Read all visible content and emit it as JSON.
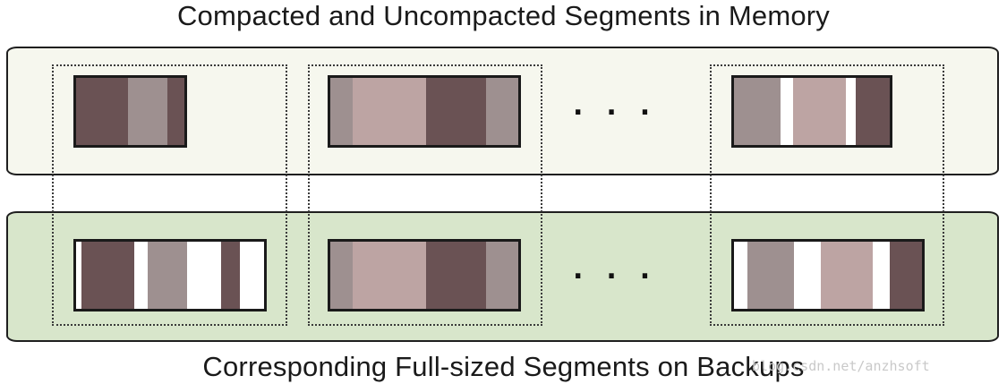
{
  "title_top": "Compacted and Uncompacted Segments in Memory",
  "title_bottom": "Corresponding Full-sized Segments on Backups",
  "ellipsis": "...",
  "watermark": "blog.csdn.net/anzhsoft",
  "colors": {
    "dark": "#6a5254",
    "gray": "#9e9090",
    "pink": "#bda4a3",
    "free": "#ffffff",
    "memory_band": "#f6f7ee",
    "backup_band": "#d8e6cb"
  },
  "segments": {
    "memory": [
      {
        "strips": [
          {
            "kind": "dark",
            "frac": 0.48
          },
          {
            "kind": "gray",
            "frac": 0.36
          },
          {
            "kind": "dark",
            "frac": 0.16
          }
        ]
      },
      {
        "strips": [
          {
            "kind": "gray",
            "frac": 0.12
          },
          {
            "kind": "pink",
            "frac": 0.39
          },
          {
            "kind": "dark",
            "frac": 0.32
          },
          {
            "kind": "gray",
            "frac": 0.17
          }
        ]
      },
      {
        "strips": [
          {
            "kind": "gray",
            "frac": 0.3
          },
          {
            "kind": "free",
            "frac": 0.08
          },
          {
            "kind": "pink",
            "frac": 0.34
          },
          {
            "kind": "free",
            "frac": 0.06
          },
          {
            "kind": "dark",
            "frac": 0.22
          }
        ]
      }
    ],
    "backups": [
      {
        "strips": [
          {
            "kind": "free",
            "frac": 0.03
          },
          {
            "kind": "dark",
            "frac": 0.28
          },
          {
            "kind": "free",
            "frac": 0.07
          },
          {
            "kind": "gray",
            "frac": 0.21
          },
          {
            "kind": "free",
            "frac": 0.18
          },
          {
            "kind": "dark",
            "frac": 0.1
          },
          {
            "kind": "free",
            "frac": 0.13
          }
        ]
      },
      {
        "strips": [
          {
            "kind": "gray",
            "frac": 0.12
          },
          {
            "kind": "pink",
            "frac": 0.39
          },
          {
            "kind": "dark",
            "frac": 0.32
          },
          {
            "kind": "gray",
            "frac": 0.17
          }
        ]
      },
      {
        "strips": [
          {
            "kind": "free",
            "frac": 0.07
          },
          {
            "kind": "gray",
            "frac": 0.25
          },
          {
            "kind": "free",
            "frac": 0.14
          },
          {
            "kind": "pink",
            "frac": 0.28
          },
          {
            "kind": "free",
            "frac": 0.09
          },
          {
            "kind": "dark",
            "frac": 0.17
          }
        ]
      }
    ]
  }
}
